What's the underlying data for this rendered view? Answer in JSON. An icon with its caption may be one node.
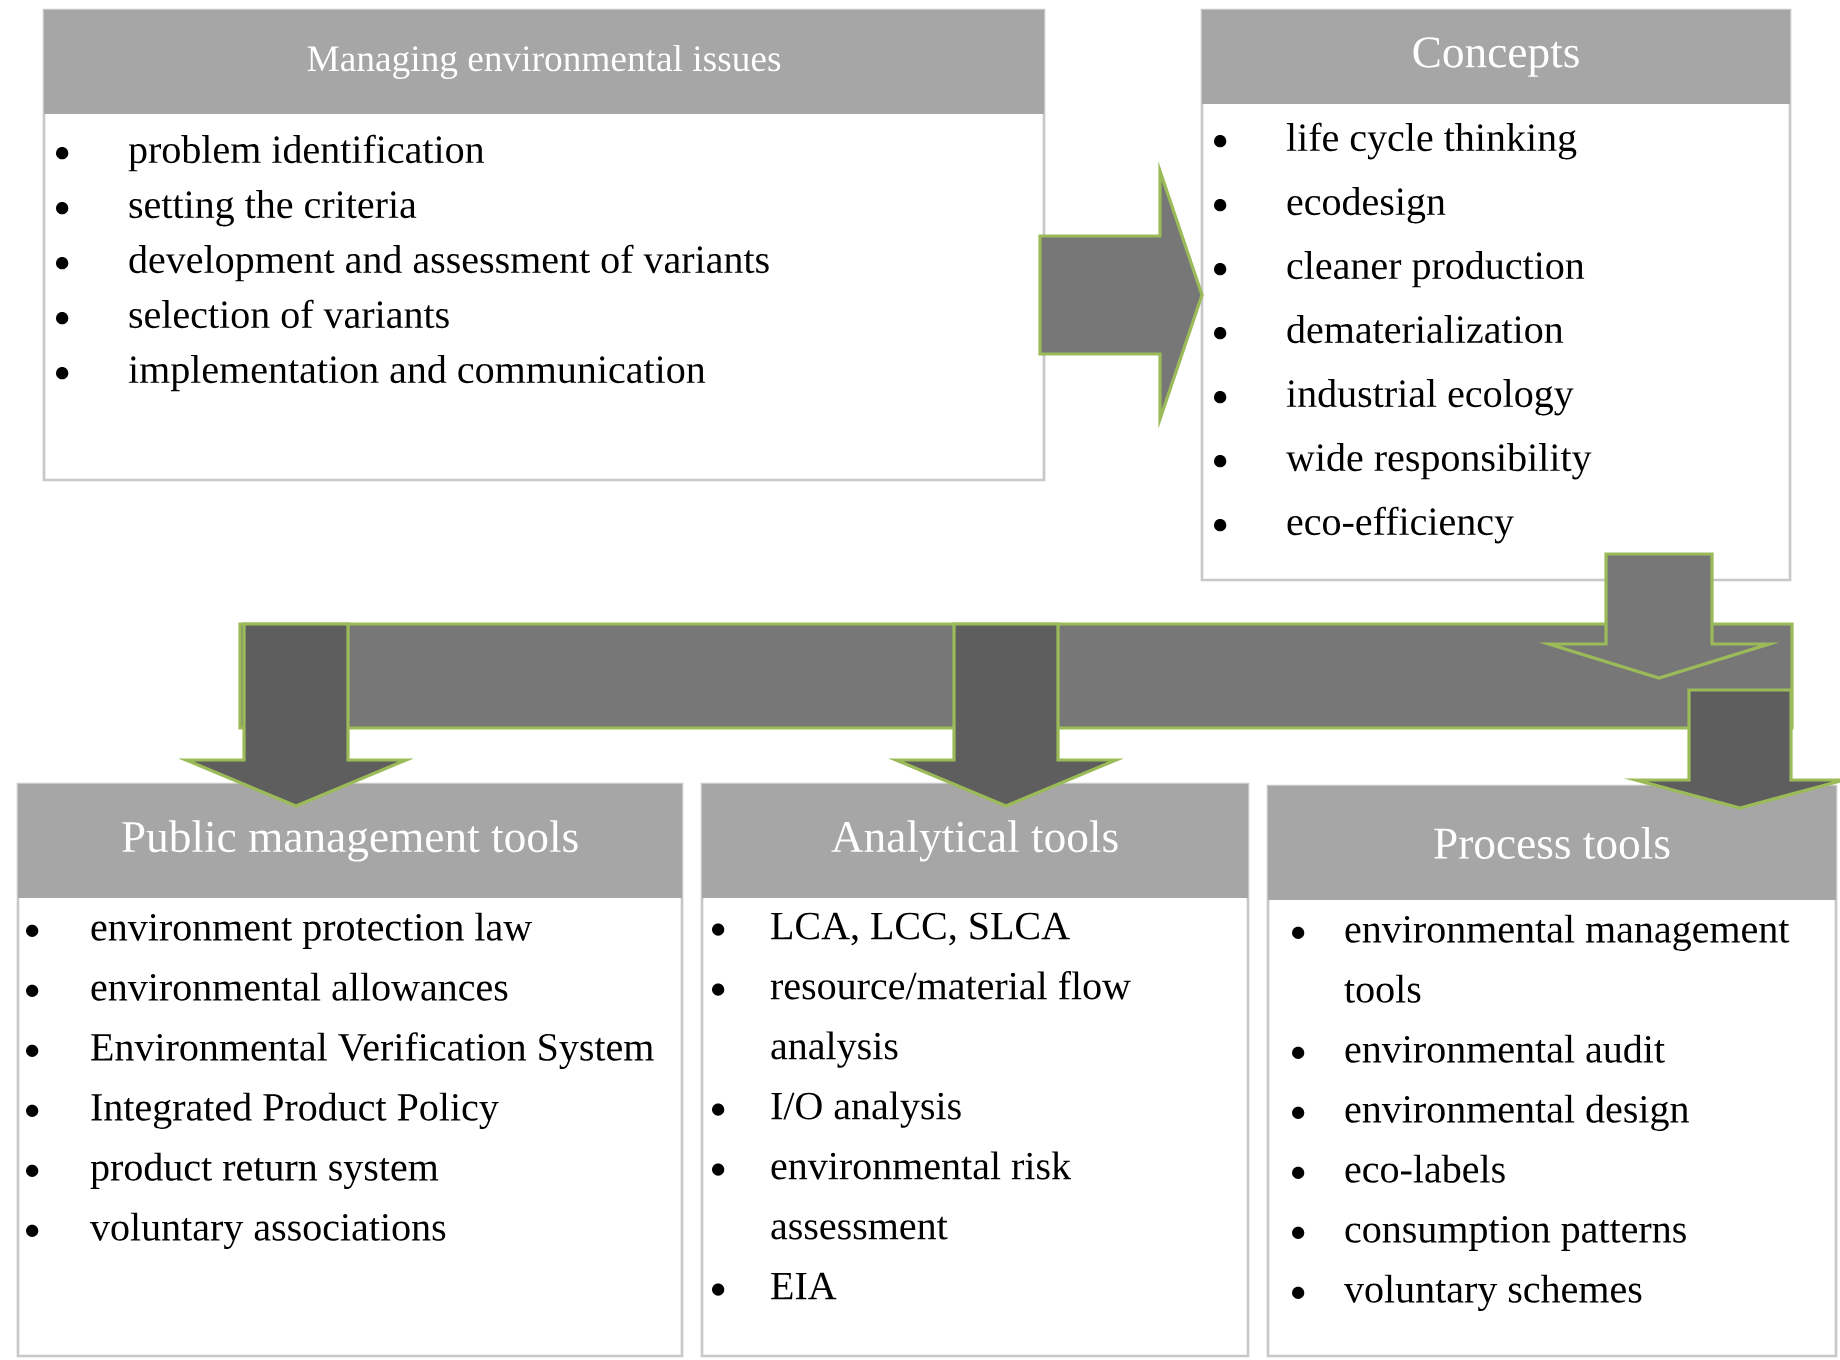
{
  "diagram": {
    "nodes": [
      {
        "text": [
          "Managing environmental issues",
          "problem identification",
          "setting the criteria",
          "development and assessment of  variants",
          "selection of variants",
          "implementation and communication"
        ]
      },
      {
        "text": [
          "Concepts",
          "life cycle thinking",
          "ecodesign",
          "cleaner production",
          "dematerialization",
          "industrial ecology",
          "wide responsibility",
          "eco-efficiency"
        ]
      },
      {
        "text": [
          "Public management tools",
          "environment protection law",
          "environmental allowances",
          "Environmental Verification System",
          "Integrated Product Policy",
          "product return system",
          "voluntary associations"
        ]
      },
      {
        "text": [
          "Analytical tools",
          "LCA, LCC, SLCA",
          "resource/material flow analysis",
          "I/O analysis",
          "environmental risk assessment",
          "EIA"
        ]
      },
      {
        "text": [
          "Process tools",
          "environmental management tools",
          "environmental audit",
          "environmental design",
          "eco-labels",
          "consumption patterns",
          "voluntary schemes"
        ]
      },
      {
        "text": [],
        "shape": "bar"
      }
    ],
    "edges": [
      {
        "from": 0,
        "to": 1,
        "arrow": "to"
      },
      {
        "from": 1,
        "to": 5,
        "arrow": "to"
      },
      {
        "from": 5,
        "to": 2,
        "arrow": "to"
      },
      {
        "from": 5,
        "to": 3,
        "arrow": "to"
      },
      {
        "from": 5,
        "to": 4,
        "arrow": "to"
      }
    ]
  }
}
